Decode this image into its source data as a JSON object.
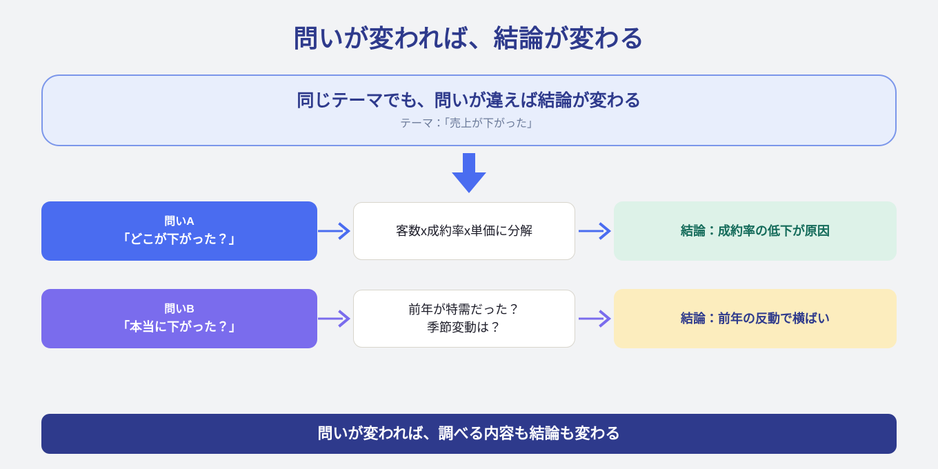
{
  "page": {
    "title": "問いが変われば、結論が変わる",
    "background_color": "#f2f3f5",
    "title_color": "#2e3a8c"
  },
  "theme_banner": {
    "headline": "同じテーマでも、問いが違えば結論が変わる",
    "subline": "テーマ：「売上が下がった」",
    "background_color": "#e8eefc",
    "border_color": "#7b96ea",
    "headline_color": "#2e3a8c",
    "subline_color": "#6b7a99"
  },
  "flow_arrow": {
    "icon": "arrow-down-icon",
    "color": "#4a6cf0"
  },
  "rows": [
    {
      "id": "row-a",
      "question": {
        "label": "問いA",
        "text": "「どこが下がった？」",
        "background_color": "#4a6cf0",
        "text_color": "#ffffff"
      },
      "connector_1": {
        "icon": "arrow-right-icon",
        "color": "#4a6cf0"
      },
      "method": {
        "lines": [
          "客数x成約率x単価に分解"
        ],
        "background_color": "#ffffff",
        "border_color": "#d8d5cc",
        "text_color": "#1c1c28"
      },
      "connector_2": {
        "icon": "arrow-right-icon",
        "color": "#4a6cf0"
      },
      "conclusion": {
        "text": "結論：成約率の低下が原因",
        "background_color": "#ddf2e8",
        "text_color": "#146b5a"
      }
    },
    {
      "id": "row-b",
      "question": {
        "label": "問いB",
        "text": "「本当に下がった？」",
        "background_color": "#7a6ced",
        "text_color": "#ffffff"
      },
      "connector_1": {
        "icon": "arrow-right-icon",
        "color": "#7a6ced"
      },
      "method": {
        "lines": [
          "前年が特需だった？",
          "季節変動は？"
        ],
        "background_color": "#ffffff",
        "border_color": "#d8d5cc",
        "text_color": "#1c1c28"
      },
      "connector_2": {
        "icon": "arrow-right-icon",
        "color": "#7a6ced"
      },
      "conclusion": {
        "text": "結論：前年の反動で横ばい",
        "background_color": "#fcedbe",
        "text_color": "#2e3a8c"
      }
    }
  ],
  "summary_banner": {
    "text": "問いが変われば、調べる内容も結論も変わる",
    "background_color": "#2e3a8c",
    "text_color": "#ffffff"
  }
}
